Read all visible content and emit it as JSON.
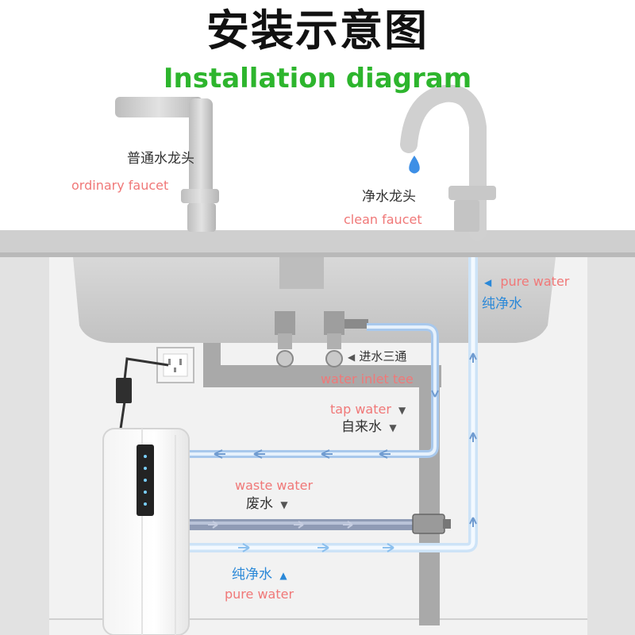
{
  "title_cn": "安装示意图",
  "title_en": "Installation diagram",
  "labels": {
    "ordinary_faucet_cn": "普通水龙头",
    "ordinary_faucet_en": "ordinary faucet",
    "clean_faucet_cn": "净水龙头",
    "clean_faucet_en": "clean faucet",
    "pure_water_top_en": "pure water",
    "pure_water_top_cn": "纯净水",
    "inlet_tee_cn": "进水三通",
    "inlet_tee_en": "water inlet tee",
    "tap_water_en": "tap water",
    "tap_water_cn": "自来水",
    "waste_water_en": "waste water",
    "waste_water_cn": "废水",
    "pure_water_bottom_cn": "纯净水",
    "pure_water_bottom_en": "pure water"
  },
  "colors": {
    "cabinet": "#c8c8c8",
    "pipe_tap": "#a8c8ec",
    "pipe_pure": "#d8ecfa",
    "pipe_waste": "#8f9bb5",
    "drain": "#a9a9a9",
    "label_red": "#f07878",
    "label_blue": "#2a88d8"
  }
}
